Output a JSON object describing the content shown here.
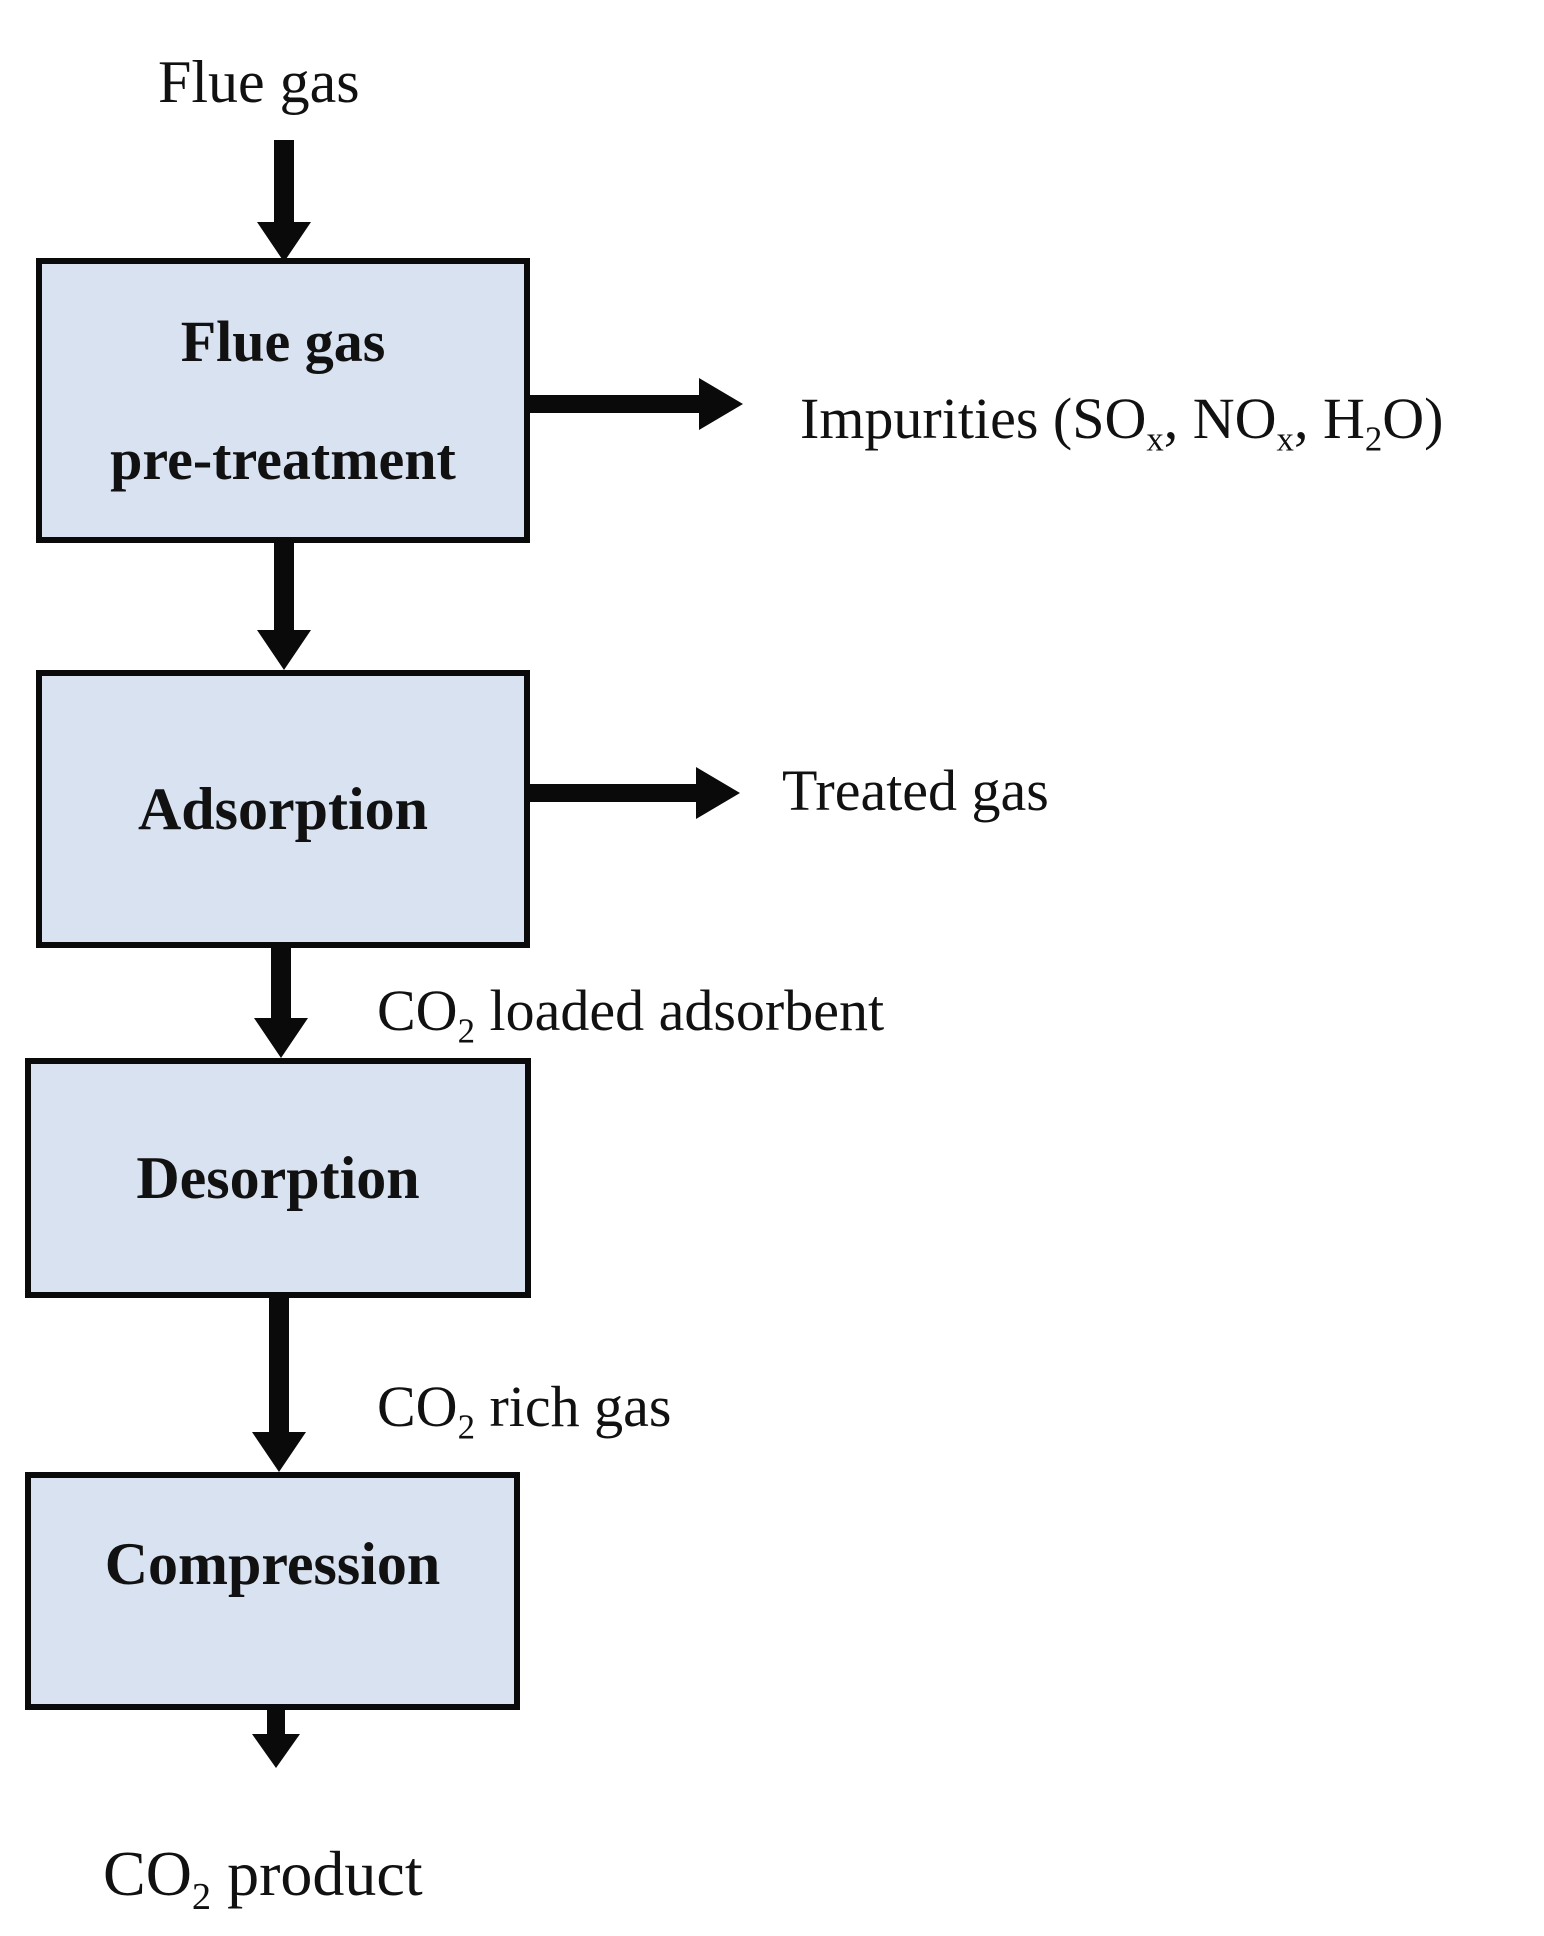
{
  "colors": {
    "box_fill": "#d9e2f1",
    "box_border": "#0a0a0a",
    "arrow": "#0a0a0a",
    "text": "#111111"
  },
  "boxes": [
    {
      "name": "flue-gas-pre-treatment",
      "lines": [
        "Flue gas",
        "pre-treatment"
      ]
    },
    {
      "name": "adsorption",
      "lines": [
        "Adsorption"
      ]
    },
    {
      "name": "desorption",
      "lines": [
        "Desorption"
      ]
    },
    {
      "name": "compression",
      "lines": [
        "Compression"
      ]
    }
  ],
  "streams": {
    "flue_gas_in": "Flue gas",
    "impurities": {
      "p1": "Impurities (SO",
      "s1": "x",
      "p2": ", NO",
      "s2": "x",
      "p3": ", H",
      "s3": "2",
      "p4": "O)"
    },
    "treated_gas": "Treated gas",
    "co2_loaded": {
      "p1": "CO",
      "s1": "2",
      "p2": " loaded adsorbent"
    },
    "co2_rich": {
      "p1": "CO",
      "s1": "2",
      "p2": " rich gas"
    },
    "co2_product": {
      "p1": "CO",
      "s1": "2",
      "p2": " product"
    }
  }
}
